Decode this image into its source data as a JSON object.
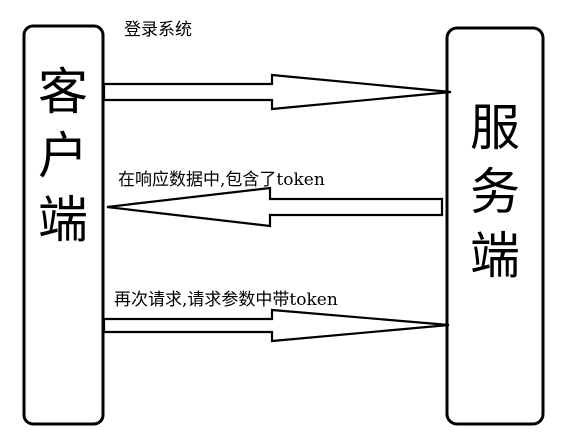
{
  "diagram": {
    "client": {
      "label_chars": [
        "客",
        "户",
        "端"
      ]
    },
    "server": {
      "label_chars": [
        "服",
        "务",
        "端"
      ]
    },
    "arrows": [
      {
        "direction": "client-to-server",
        "label": "登录系统"
      },
      {
        "direction": "server-to-client",
        "label": "在响应数据中,包含了token"
      },
      {
        "direction": "client-to-server",
        "label": "再次请求,请求参数中带token"
      }
    ]
  }
}
